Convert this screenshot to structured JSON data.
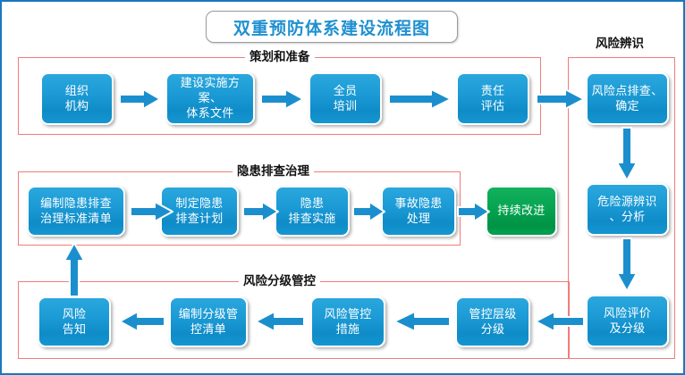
{
  "title": "双重预防体系建设流程图",
  "colors": {
    "frame_border": "#1878be",
    "node_blue": "#1b9ad5",
    "node_green": "#009245",
    "group_border": "#f07c7c",
    "title_text": "#1f90d0",
    "arrow_fill": "#1b8fcd"
  },
  "groups": [
    {
      "id": "planning",
      "label": "策划和准备"
    },
    {
      "id": "hazard",
      "label": "隐患排查治理"
    },
    {
      "id": "grading",
      "label": "风险分级管控"
    },
    {
      "id": "identify",
      "label": "风险辨识"
    }
  ],
  "nodes": {
    "row1": [
      {
        "id": "n-org",
        "label": "组织\n机构",
        "line1": "组织",
        "line2": "机构",
        "color": "blue"
      },
      {
        "id": "n-plan-docs",
        "label": "建设实施方案、体系文件",
        "line1": "建设实施方案、",
        "line2": "体系文件",
        "color": "blue"
      },
      {
        "id": "n-training",
        "label": "全员培训",
        "line1": "全员",
        "line2": "培训",
        "color": "blue"
      },
      {
        "id": "n-resp-eval",
        "label": "责任评估",
        "line1": "责任",
        "line2": "评估",
        "color": "blue"
      }
    ],
    "row2": [
      {
        "id": "n-std-list",
        "label": "编制隐患排查治理标准清单",
        "line1": "编制隐患排查",
        "line2": "治理标准清单",
        "color": "blue"
      },
      {
        "id": "n-plan-check",
        "label": "制定隐患排查计划",
        "line1": "制定隐患",
        "line2": "排查计划",
        "color": "blue"
      },
      {
        "id": "n-do-check",
        "label": "隐患排查实施",
        "line1": "隐患",
        "line2": "排查实施",
        "color": "blue"
      },
      {
        "id": "n-handle",
        "label": "事故隐患处理",
        "line1": "事故隐患",
        "line2": "处理",
        "color": "blue"
      },
      {
        "id": "n-improve",
        "label": "持续改进",
        "line1": "持续改进",
        "line2": "",
        "color": "green"
      }
    ],
    "row3": [
      {
        "id": "n-notify",
        "label": "风险告知",
        "line1": "风险",
        "line2": "告知",
        "color": "blue"
      },
      {
        "id": "n-grade-list",
        "label": "编制分级管控清单",
        "line1": "编制分级管",
        "line2": "控清单",
        "color": "blue"
      },
      {
        "id": "n-measures",
        "label": "风险管控措施",
        "line1": "风险管控",
        "line2": "措施",
        "color": "blue"
      },
      {
        "id": "n-level",
        "label": "管控层级分级",
        "line1": "管控层级",
        "line2": "分级",
        "color": "blue"
      }
    ],
    "col_right": [
      {
        "id": "n-risk-point",
        "label": "风险点排查、确定",
        "line1": "风险点排查、",
        "line2": "确定",
        "color": "blue"
      },
      {
        "id": "n-source",
        "label": "危险源辨识、分析",
        "line1": "危险源辨识",
        "line2": "、分析",
        "color": "blue"
      },
      {
        "id": "n-evaluate",
        "label": "风险评价及分级",
        "line1": "风险评价",
        "line2": "及分级",
        "color": "blue"
      }
    ]
  },
  "arrows": [
    {
      "id": "a-org-to-docs",
      "direction": "right"
    },
    {
      "id": "a-docs-to-training",
      "direction": "right"
    },
    {
      "id": "a-training-to-resp",
      "direction": "right"
    },
    {
      "id": "a-resp-to-riskpoint",
      "direction": "right"
    },
    {
      "id": "a-riskpoint-to-source",
      "direction": "down"
    },
    {
      "id": "a-source-to-evaluate",
      "direction": "down"
    },
    {
      "id": "a-evaluate-to-level",
      "direction": "left"
    },
    {
      "id": "a-level-to-measures",
      "direction": "left"
    },
    {
      "id": "a-measures-to-gradelist",
      "direction": "left"
    },
    {
      "id": "a-gradelist-to-notify",
      "direction": "left"
    },
    {
      "id": "a-notify-to-stdlist",
      "direction": "up"
    },
    {
      "id": "a-stdlist-to-plancheck",
      "direction": "right"
    },
    {
      "id": "a-plancheck-to-docheck",
      "direction": "right"
    },
    {
      "id": "a-docheck-to-handle",
      "direction": "right"
    },
    {
      "id": "a-handle-to-improve",
      "direction": "right"
    }
  ]
}
